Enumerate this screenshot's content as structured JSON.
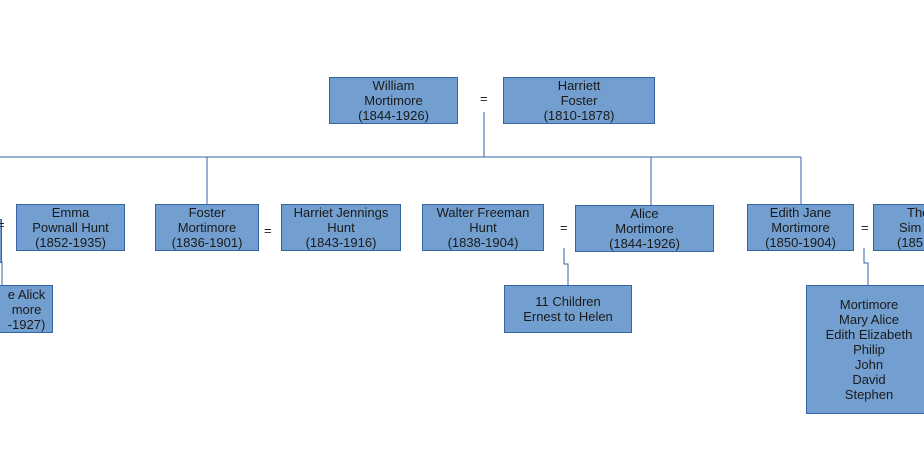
{
  "people": {
    "william": [
      "William",
      "Mortimore",
      "(1844-1926)"
    ],
    "harriett": [
      "Harriett",
      "Foster",
      "(1810-1878)"
    ],
    "emma": [
      "Emma",
      "Pownall Hunt",
      "(1852-1935)"
    ],
    "alick": [
      "e Alick",
      "more",
      "-1927)"
    ],
    "foster": [
      "Foster",
      "Mortimore",
      "(1836-1901)"
    ],
    "harriet_jh": [
      "Harriet Jennings",
      "Hunt",
      "(1843-1916)"
    ],
    "walter": [
      "Walter Freeman",
      "Hunt",
      "(1838-1904)"
    ],
    "alice": [
      "Alice",
      "Mortimore",
      "(1844-1926)"
    ],
    "edith": [
      "Edith Jane",
      "Mortimore",
      "(1850-1904)"
    ],
    "thomas": [
      "The",
      "Sim",
      "(185"
    ],
    "children_hunt": [
      "11 Children",
      "Ernest to Helen"
    ],
    "children_sim": [
      "Mortimore",
      "Mary Alice",
      "Edith Elizabeth",
      "Philip",
      "John",
      "David",
      "Stephen"
    ]
  },
  "marriage_symbol": "="
}
